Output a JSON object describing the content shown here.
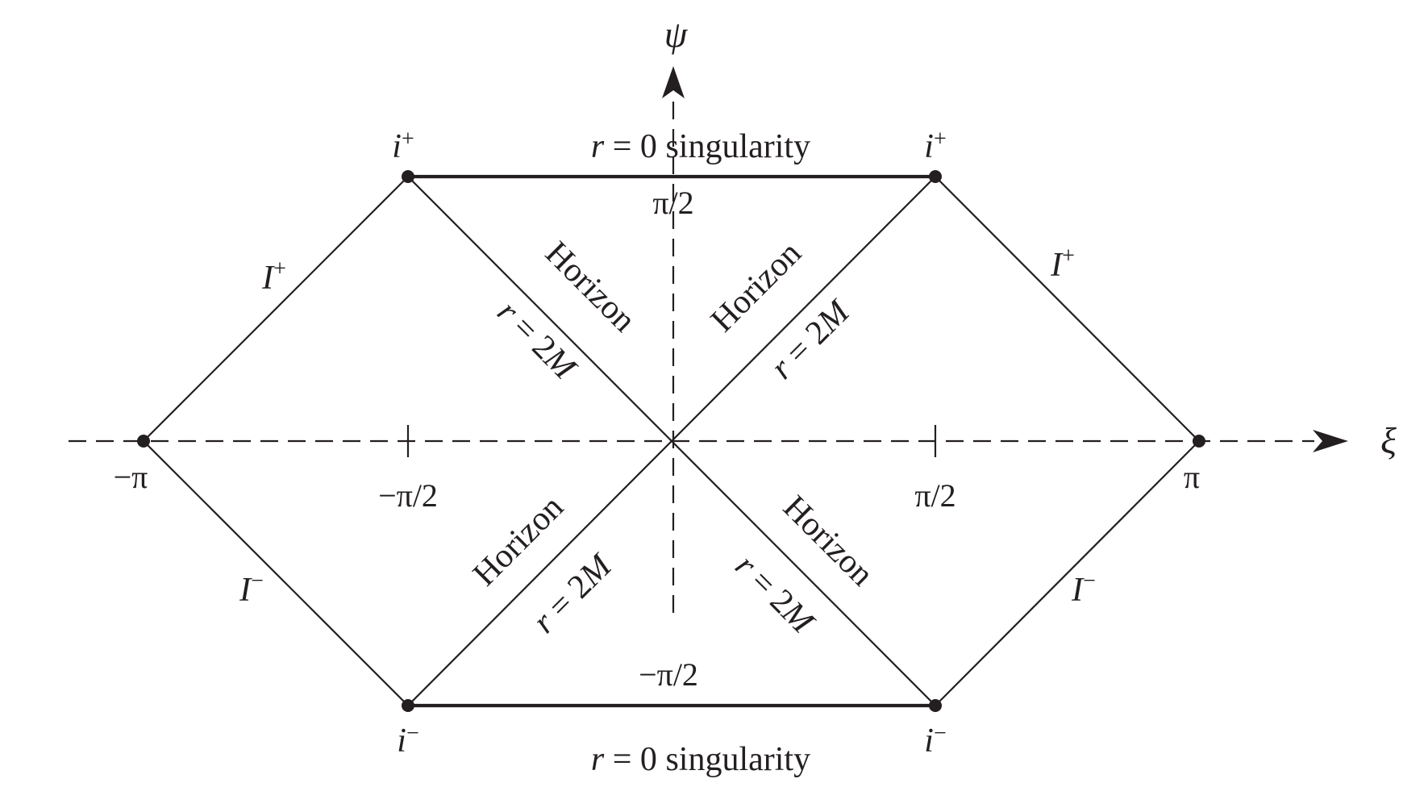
{
  "axes": {
    "x_label": "ξ",
    "y_label": "ψ",
    "x_ticks": [
      "−π",
      "−π/2",
      "π/2",
      "π"
    ],
    "y_ticks": [
      "π/2",
      "−π/2"
    ]
  },
  "singularity": {
    "top": {
      "var": "r",
      "eq": " = 0 ",
      "word": "singularity"
    },
    "bottom": {
      "var": "r",
      "eq": " = 0 ",
      "word": "singularity"
    }
  },
  "points": {
    "i_plus": {
      "base": "i",
      "sup": "+"
    },
    "i_minus": {
      "base": "i",
      "sup": "−"
    }
  },
  "scri": {
    "plus": {
      "base": "I",
      "sup": "+"
    },
    "minus": {
      "base": "I",
      "sup": "−"
    }
  },
  "horizon": {
    "word": "Horizon",
    "var_r": "r",
    "eq": " = 2",
    "var_m": "M"
  },
  "colors": {
    "ink": "#231f20"
  }
}
